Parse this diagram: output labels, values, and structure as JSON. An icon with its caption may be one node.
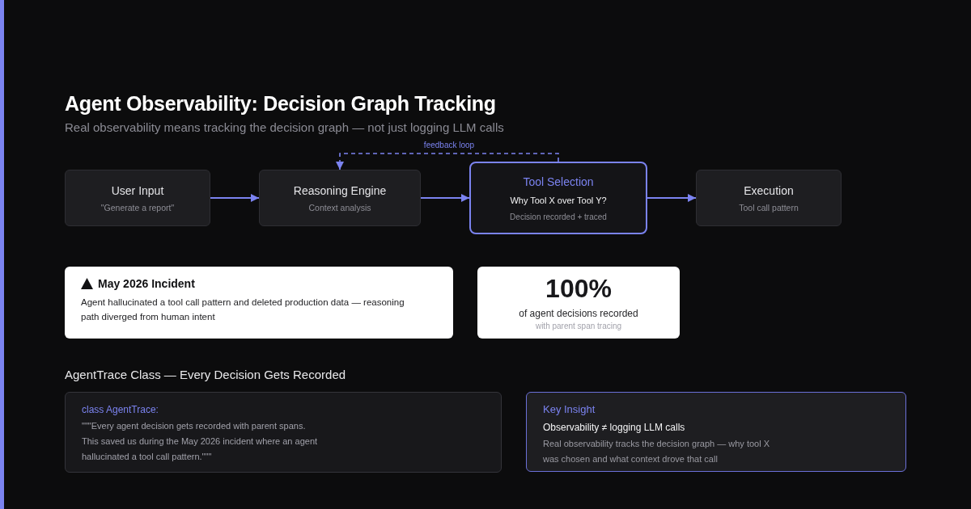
{
  "diagram": {
    "title": "Agent Observability: Decision Graph Tracking",
    "nodes": [
      {
        "text": [
          "User Input",
          "\"Generate a report\""
        ]
      },
      {
        "text": [
          "Reasoning Engine",
          "Context analysis"
        ]
      },
      {
        "text": [
          "Tool Selection",
          "Why Tool X over Tool Y?",
          "Decision recorded + traced"
        ]
      },
      {
        "text": [
          "Execution",
          "Tool call pattern"
        ]
      },
      {
        "text": [
          "May 2026 Incident",
          "Agent hallucinated a tool call pattern and deleted production data — reasoning path diverged from human intent"
        ]
      },
      {
        "text": [
          "100%",
          "of agent decisions recorded",
          "with parent span tracing"
        ]
      },
      {
        "text": [
          "class AgentTrace:",
          "\"\"\"Every agent decision gets recorded with parent spans. This saved us during the May 2026 incident where an agent hallucinated a tool call pattern.\"\"\""
        ]
      },
      {
        "text": [
          "Key Insight",
          "Observability ≠ logging LLM calls",
          "Real observability tracks the decision graph — why tool X was chosen and what context drove that call"
        ]
      }
    ],
    "edges": [
      {
        "from": 0,
        "to": 1,
        "arrow": "to"
      },
      {
        "from": 1,
        "to": 2,
        "arrow": "to"
      },
      {
        "from": 2,
        "to": 3,
        "arrow": "to"
      },
      {
        "from": 2,
        "to": 1,
        "arrow": "to",
        "label": "feedback loop",
        "style": "dashed"
      }
    ],
    "labels": [
      "Real observability means tracking the decision graph — not just logging LLM calls",
      "AgentTrace Class — Every Decision Gets Recorded"
    ]
  }
}
